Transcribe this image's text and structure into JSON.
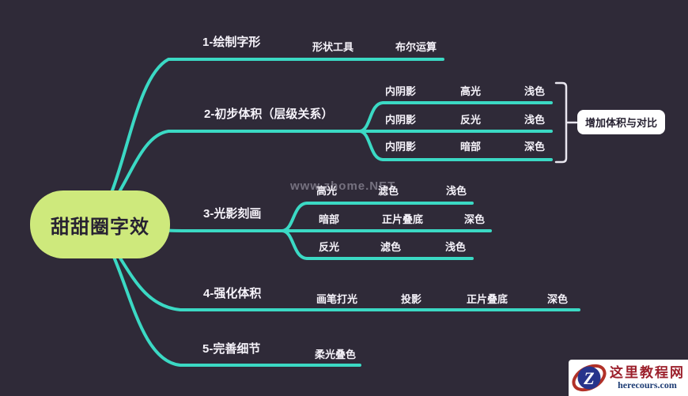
{
  "canvas": {
    "background_color": "#2F2A38",
    "line_color": "#3BD9C4",
    "text_color": "#F6F3FA"
  },
  "root": {
    "label": "甜甜圈字效",
    "fill_color": "#CEE97C",
    "text_color": "#272232"
  },
  "branches": [
    {
      "label": "1-绘制字形",
      "children": [
        "形状工具",
        "布尔运算"
      ]
    },
    {
      "label": "2-初步体积（层级关系）",
      "rows": [
        [
          "内阴影",
          "高光",
          "浅色"
        ],
        [
          "内阴影",
          "反光",
          "浅色"
        ],
        [
          "内阴影",
          "暗部",
          "深色"
        ]
      ],
      "callout": "增加体积与对比"
    },
    {
      "label": "3-光影刻画",
      "rows": [
        [
          "高光",
          "滤色",
          "浅色"
        ],
        [
          "暗部",
          "正片叠底",
          "深色"
        ],
        [
          "反光",
          "滤色",
          "浅色"
        ]
      ]
    },
    {
      "label": "4-强化体积",
      "children": [
        "画笔打光",
        "投影",
        "正片叠底",
        "深色"
      ]
    },
    {
      "label": "5-完善细节",
      "children": [
        "柔光叠色"
      ]
    }
  ],
  "watermark": "www.zhome.NET",
  "logo": {
    "site_name": "这里教程网",
    "site_url": "herecours.com",
    "badge_letter": "Z",
    "name_color": "#9C202C",
    "url_color": "#1D3C74",
    "badge_color": "#27348B",
    "orbit_color": "#B13128"
  }
}
